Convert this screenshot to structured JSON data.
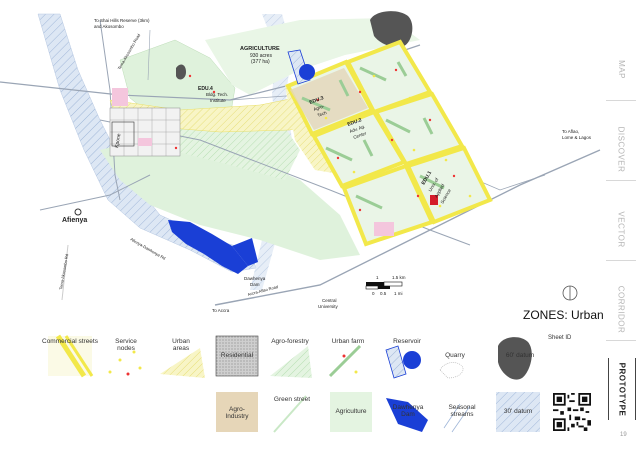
{
  "map_labels": {
    "shai_hills": "To Shai Hills Reserve (3km)",
    "akosombo": "and Akosombo",
    "tema_akosombo_road": "Tema-Akosombo Road",
    "tema_akosombo_rd": "Tema-Akosombo Rd",
    "afienya": "Afienya",
    "to_aflao": "To Aflao,",
    "lome_lagos": "Lome & Lagos",
    "to_accra": "To Accra",
    "accra_aflao_road": "Accra-Aflao Road",
    "central_univ_1": "Central",
    "central_univ_2": "University",
    "dawhenya_1": "Dawhenya",
    "dawhenya_2": "Dam",
    "afienya_dawhenya": "Afienya-Dawhenya Rd",
    "agriculture": "AGRICULTURE",
    "agriculture_acres": "930 acres",
    "agriculture_ha": "(377 ha)",
    "edu4": "EDU.4",
    "edu4_sub": "Bldg. Tech.",
    "edu4_sub2": "Institute",
    "edu3": "EDU.3",
    "edu3_sub": "Agro-",
    "edu3_sub2": "Tech",
    "edu2": "EDU.2",
    "edu2_sub": "Adv. Ag.",
    "edu2_sub2": "Center",
    "edu1": "EDU.1",
    "edu1_sub": "Univ. of",
    "edu1_sub2": "Applied",
    "edu1_sub3": "Science",
    "kpone": "Kpone",
    "scale_1km": "1",
    "scale_15km": "1.5 km",
    "scale_0": "0",
    "scale_05": "0.5",
    "scale_1mi": "1 mi"
  },
  "zone_title": "ZONES: Urban",
  "sheet_id": "Sheet ID",
  "page_number": "19",
  "side_tabs": [
    "MAP",
    "DISCOVER",
    "VECTOR",
    "CORRIDOR",
    "PROTOTYPE"
  ],
  "active_tab": "PROTOTYPE",
  "legend": {
    "commercial_streets": "Commercial streets",
    "service_nodes": "Service nodes",
    "urban_areas": "Urban areas",
    "residential": "Residential",
    "agro_forestry": "Agro-forestry",
    "urban_farm": "Urban farm",
    "reservoir": "Reservoir",
    "quarry": "Quarry",
    "datum_60": "60' datum",
    "agro_industry": "Agro-Industry",
    "green_street": "Green street",
    "agriculture": "Agriculture",
    "dawhenya_dam": "Dawhenya Dam",
    "seasonal_streams": "Seasonal streams",
    "datum_30": "30' datum"
  },
  "colors": {
    "commercial": "#f2e84a",
    "urban_area": "#f6f3b8",
    "agriculture": "#dff2dc",
    "agro_forestry": "#c9e8c6",
    "agro_industry": "#e6d6b8",
    "residential": "#bdbdbd",
    "water": "#1a3fd6",
    "datum_30": "#dbe6f3",
    "datum_60": "#555555",
    "pink": "#f4c6dd"
  }
}
